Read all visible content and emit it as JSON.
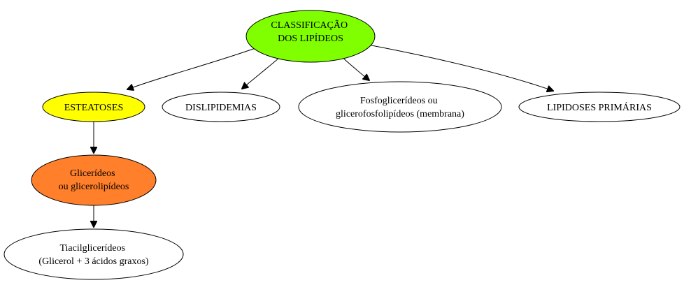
{
  "nodes": {
    "root": {
      "lines": [
        "CLASSIFICAÇÃO",
        "DOS LIPÍDEOS"
      ],
      "fill": "#7fff00"
    },
    "esteatoses": {
      "lines": [
        "ESTEATOSES"
      ],
      "fill": "#ffff00"
    },
    "dislipidemias": {
      "lines": [
        "DISLIPIDEMIAS"
      ],
      "fill": "#ffffff"
    },
    "fosfo": {
      "lines": [
        "Fosfoglicerídeos ou",
        "glicerofosfolipídeos (membrana)"
      ],
      "fill": "#ffffff"
    },
    "lipidoses": {
      "lines": [
        "LIPIDOSES PRIMÁRIAS"
      ],
      "fill": "#ffffff"
    },
    "glicerideos": {
      "lines": [
        "Glicerídeos",
        "ou glicerolipídeos"
      ],
      "fill": "#ff7f2a"
    },
    "triacil": {
      "lines": [
        "Tiacilglicerídeos",
        "(Glicerol + 3 ácidos graxos)"
      ],
      "fill": "#ffffff"
    }
  },
  "edges": [
    {
      "from": "root",
      "to": "esteatoses"
    },
    {
      "from": "root",
      "to": "dislipidemias"
    },
    {
      "from": "root",
      "to": "fosfo"
    },
    {
      "from": "root",
      "to": "lipidoses"
    },
    {
      "from": "esteatoses",
      "to": "glicerideos"
    },
    {
      "from": "glicerideos",
      "to": "triacil"
    }
  ]
}
